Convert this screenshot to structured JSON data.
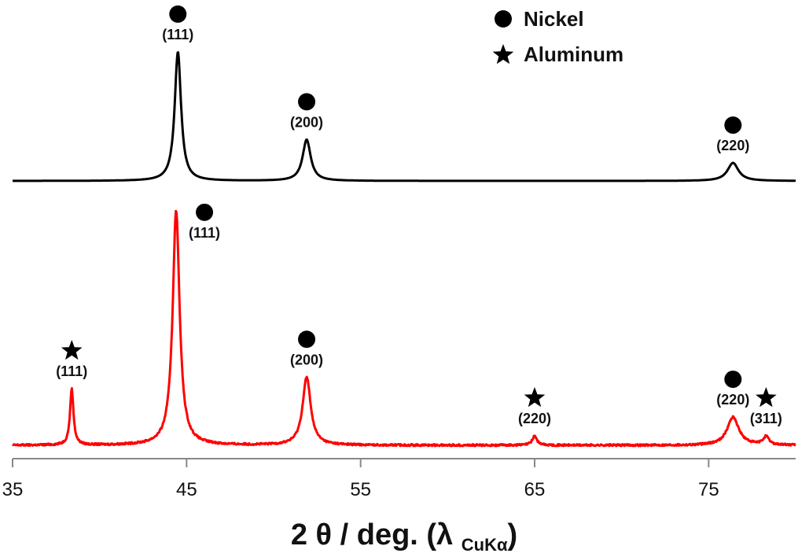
{
  "chart_data": {
    "type": "line",
    "xlabel": {
      "main": "2 θ / deg. (λ ",
      "subscript": "CuKα",
      "close": ")"
    },
    "xlim": [
      35,
      80
    ],
    "xticks": [
      35,
      45,
      55,
      65,
      75
    ],
    "grid": false,
    "legend": {
      "placement": "top-right",
      "items": [
        {
          "marker": "circle",
          "label": "Nickel"
        },
        {
          "marker": "star",
          "label": "Aluminum"
        }
      ]
    },
    "series": [
      {
        "color": "#000000",
        "position": "upper",
        "baseline": 0.1,
        "peaks": [
          {
            "x": 44.5,
            "height": 1.0,
            "width": 0.22
          },
          {
            "x": 51.9,
            "height": 0.32,
            "width": 0.28
          },
          {
            "x": 76.4,
            "height": 0.14,
            "width": 0.38
          }
        ],
        "annotations": [
          {
            "x": 44.5,
            "marker": "circle",
            "label": "(111)"
          },
          {
            "x": 51.9,
            "marker": "circle",
            "label": "(200)"
          },
          {
            "x": 76.4,
            "marker": "circle",
            "label": "(220)"
          }
        ]
      },
      {
        "color": "#ff0000",
        "position": "lower",
        "baseline": 0.1,
        "peaks": [
          {
            "x": 38.4,
            "height": 0.24,
            "width": 0.12
          },
          {
            "x": 44.4,
            "height": 1.0,
            "width": 0.24
          },
          {
            "x": 51.9,
            "height": 0.29,
            "width": 0.28
          },
          {
            "x": 65.0,
            "height": 0.04,
            "width": 0.16
          },
          {
            "x": 76.4,
            "height": 0.12,
            "width": 0.4
          },
          {
            "x": 78.3,
            "height": 0.035,
            "width": 0.2
          }
        ],
        "annotations": [
          {
            "x": 38.4,
            "marker": "star",
            "label": "(111)"
          },
          {
            "x": 44.4,
            "marker": "circle",
            "label": "(111)"
          },
          {
            "x": 51.9,
            "marker": "circle",
            "label": "(200)"
          },
          {
            "x": 65.0,
            "marker": "star",
            "label": "(220)"
          },
          {
            "x": 76.4,
            "marker": "circle",
            "label": "(220)"
          },
          {
            "x": 78.3,
            "marker": "star",
            "label": "(311)"
          }
        ]
      }
    ]
  }
}
